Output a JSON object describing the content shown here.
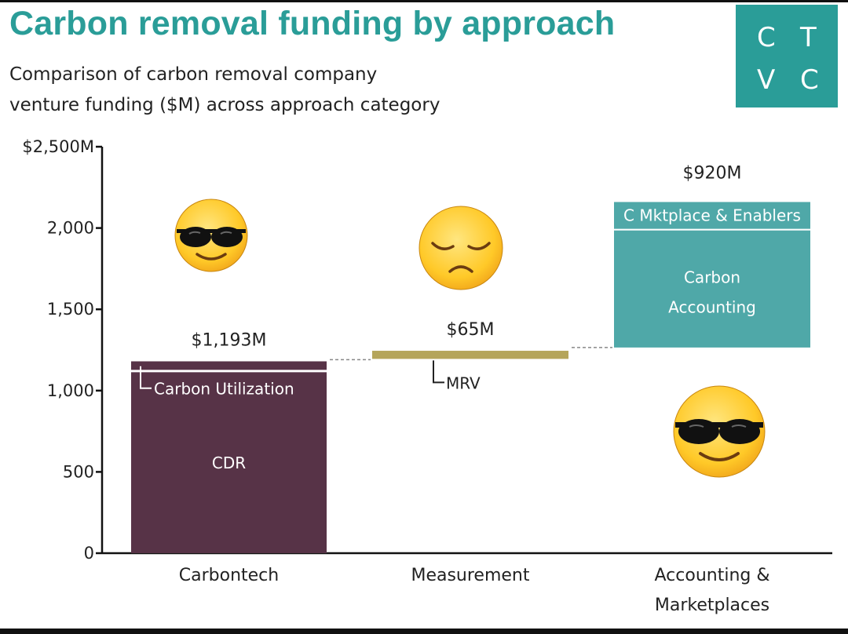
{
  "header": {
    "title": "Carbon removal funding by approach",
    "subtitle_line1": "Comparison of carbon removal company",
    "subtitle_line2": "venture funding ($M) across approach category"
  },
  "logo": {
    "letters": [
      "C",
      "T",
      "V",
      "C"
    ]
  },
  "colors": {
    "title": "#2a9d98",
    "cdr": "#573347",
    "mrv": "#b5a55a",
    "accounting": "#4fa8a8",
    "logo_bg": "#2a9d98"
  },
  "icons": [
    "sunglasses-emoji-icon",
    "disappointed-emoji-icon",
    "sunglasses-emoji-icon"
  ],
  "chart_data": {
    "type": "bar",
    "categories": [
      "Carbontech",
      "Measurement",
      "Accounting &\nMarketplaces"
    ],
    "category_lines": [
      [
        "Carbontech"
      ],
      [
        "Measurement"
      ],
      [
        "Accounting &",
        "Marketplaces"
      ]
    ],
    "ylim": [
      0,
      2500
    ],
    "yticks": [
      0,
      500,
      1000,
      1500,
      2000,
      2500
    ],
    "ytick_labels": [
      "0",
      "500",
      "1,000",
      "1,500",
      "2,000",
      "$2,500M"
    ],
    "totals": [
      "$1,193M",
      "$65M",
      "$920M"
    ],
    "segments": [
      {
        "category": "Carbontech",
        "name": "CDR",
        "start": 0,
        "end": 1125,
        "color": "#573347",
        "label_inside": true
      },
      {
        "category": "Carbontech",
        "name": "Carbon Utilization",
        "start": 1125,
        "end": 1180,
        "color": "#573347",
        "label_inside": false
      },
      {
        "category": "Measurement",
        "name": "MRV",
        "start": 1195,
        "end": 1245,
        "color": "#b5a55a",
        "label_inside": false
      },
      {
        "category": "Accounting &\nMarketplaces",
        "name": "Carbon Accounting",
        "label_lines": [
          "Carbon",
          "Accounting"
        ],
        "start": 1265,
        "end": 1985,
        "color": "#4fa8a8",
        "label_inside": true
      },
      {
        "category": "Accounting &\nMarketplaces",
        "name": "C Mktplace & Enablers",
        "start": 1995,
        "end": 2160,
        "color": "#4fa8a8",
        "label_inside": true
      }
    ],
    "connectors": [
      {
        "from_category": 0,
        "to_category": 1,
        "value": 1190
      },
      {
        "from_category": 1,
        "to_category": 2,
        "value": 1265
      }
    ]
  }
}
